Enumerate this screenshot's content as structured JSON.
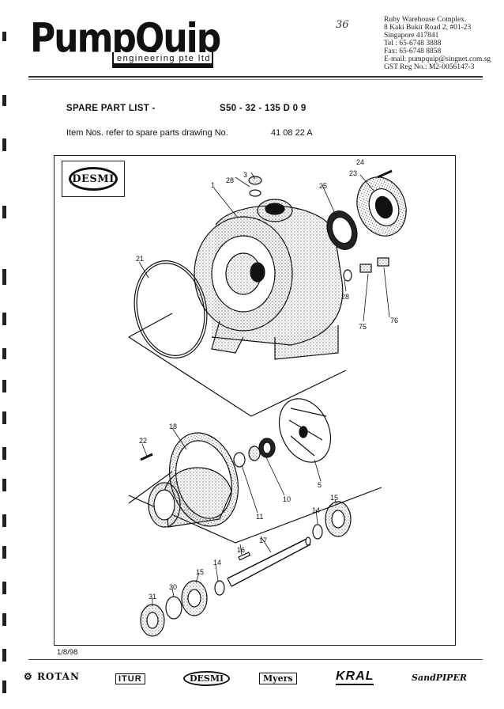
{
  "header": {
    "logo_main": "PumpQuip",
    "logo_tagline": "engineering pte ltd",
    "handwritten_page": "36",
    "address_lines": [
      "Ruby Warehouse Complex.",
      "8 Kaki Bukit Road 2, #01-23",
      "Singapore 417841",
      "Tel : 65-6748 3888",
      "Fax: 65-6748 8858",
      "E-mail: pumpquip@singnet.com.sg",
      "GST Reg No.: M2-0056147-3"
    ]
  },
  "title": {
    "label": "SPARE PART LIST -",
    "model": "S50 - 32 - 135   D 0 9"
  },
  "subtitle": {
    "text": "Item Nos. refer to spare parts drawing No.",
    "drawing_no": "41 08 22 A"
  },
  "figure": {
    "logo": "DESMI",
    "part_labels": [
      "1",
      "3",
      "28",
      "24",
      "23",
      "25",
      "21",
      "28",
      "75",
      "76",
      "18",
      "22",
      "5",
      "11",
      "10",
      "14",
      "15",
      "16",
      "17",
      "14",
      "15",
      "30",
      "31"
    ]
  },
  "date": "1/8/98",
  "footer": {
    "brands": [
      "ROTAN",
      "ITUR",
      "DESMI",
      "Myers",
      "KRAL",
      "SandPIPER"
    ]
  }
}
